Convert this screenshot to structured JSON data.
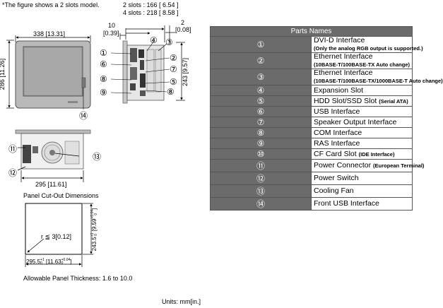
{
  "diagram": {
    "note": "*The figure shows a 2 slots model.",
    "depth_label_2slots": "2 slots : 166 [ 6.54 ]",
    "depth_label_4slots": "4 slots : 218 [ 8.58 ]",
    "dim_10": "10",
    "dim_10_in": "[0.39]",
    "dim_2": "2",
    "dim_2_in": "[0.08]",
    "front_width": "338 [13.31]",
    "front_height": "286 [11.26]",
    "side_height": "243 [9.57]",
    "bottom_width": "295 [11.61]",
    "cutout_title": "Panel Cut-Out Dimensions",
    "cutout_height": "243.5",
    "cutout_height_in": "[9.59",
    "cutout_height_tol_top": "+1",
    "cutout_height_tol_bottom": "0",
    "cutout_height_in_tol_top": "+0.04",
    "cutout_height_in_tol_bottom": "0",
    "cutout_height_close": "]",
    "cutout_width": "295.5",
    "cutout_width_tol_top": "+1",
    "cutout_width_tol_bottom": "0",
    "cutout_width_in": "[11.63",
    "cutout_width_in_tol_top": "+0.04",
    "cutout_width_in_tol_bottom": "0",
    "cutout_width_close": "]",
    "corner_radius": "r ≦ 3[0.12]",
    "thickness": "Allowable Panel Thickness: 1.6 to 10.0",
    "units": "Units: mm[in.]",
    "callouts": [
      "①",
      "②",
      "③",
      "④",
      "⑤",
      "⑥",
      "⑦",
      "⑧",
      "⑨",
      "⑪",
      "⑫",
      "⑬",
      "⑭"
    ]
  },
  "parts_table": {
    "header": "Parts Names",
    "rows": [
      {
        "no": "①",
        "name": "DVI-D Interface",
        "sub": "(Only the analog RGB output is supported.)"
      },
      {
        "no": "②",
        "name": "Ethernet Interface",
        "sub": "(10BASE-T/100BASE-TX Auto change)"
      },
      {
        "no": "③",
        "name": "Ethernet Interface",
        "sub": "(10BASE-T/100BASE-TX/1000BASE-T Auto change)"
      },
      {
        "no": "④",
        "name": "Expansion Slot",
        "sub": ""
      },
      {
        "no": "⑤",
        "name": "HDD Slot/SSD Slot",
        "sub": "(Serial ATA)"
      },
      {
        "no": "⑥",
        "name": "USB Interface",
        "sub": ""
      },
      {
        "no": "⑦",
        "name": "Speaker Output Interface",
        "sub": ""
      },
      {
        "no": "⑧",
        "name": "COM Interface",
        "sub": ""
      },
      {
        "no": "⑨",
        "name": "RAS Interface",
        "sub": ""
      },
      {
        "no": "⑩",
        "name": "CF Card Slot",
        "sub": "(IDE Interface)"
      },
      {
        "no": "⑪",
        "name": "Power Connector",
        "sub": "(European Terminal)"
      },
      {
        "no": "⑫",
        "name": "Power Switch",
        "sub": ""
      },
      {
        "no": "⑬",
        "name": "Cooling Fan",
        "sub": ""
      },
      {
        "no": "⑭",
        "name": "Front USB Interface",
        "sub": ""
      }
    ]
  }
}
